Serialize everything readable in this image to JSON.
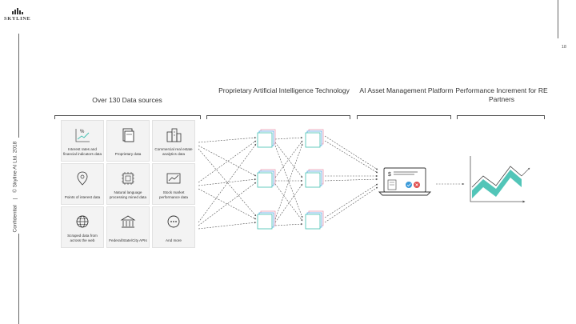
{
  "brand": {
    "name": "SKYLINE",
    "logo_icon": "skyline-logo-icon"
  },
  "sidebar": {
    "confidential": "Confidential",
    "separator": "|",
    "copyright": "© Skyline AI Ltd. 2018"
  },
  "page_number": "18",
  "columns": [
    {
      "title": "Over 130 Data sources"
    },
    {
      "title": "Proprietary Artificial Intelligence Technology"
    },
    {
      "title": "AI Asset Management Platform"
    },
    {
      "title": "Performance Increment for RE Partners"
    }
  ],
  "data_sources": [
    {
      "label": "Interest rates and financial indicators data",
      "icon": "percent-chart-icon"
    },
    {
      "label": "Proprietary data",
      "icon": "document-icon"
    },
    {
      "label": "Commercial real estate analytics data",
      "icon": "buildings-icon"
    },
    {
      "label": "Points of interest data",
      "icon": "map-pin-icon"
    },
    {
      "label": "Natural language processing mined data",
      "icon": "chip-icon"
    },
    {
      "label": "Stock market performance data",
      "icon": "stock-chart-icon"
    },
    {
      "label": "Scraped data from across the web",
      "icon": "globe-icon"
    },
    {
      "label": "Federal/State/City APIs",
      "icon": "government-building-icon"
    },
    {
      "label": "And more",
      "icon": "more-dots-icon"
    }
  ],
  "colors": {
    "accent_teal": "#3fbfb0",
    "accent_pink": "#e89ab0",
    "accent_blue": "#5aa9e6",
    "line": "#555555",
    "reject_red": "#e05050",
    "approve_blue": "#3b9ad9"
  }
}
